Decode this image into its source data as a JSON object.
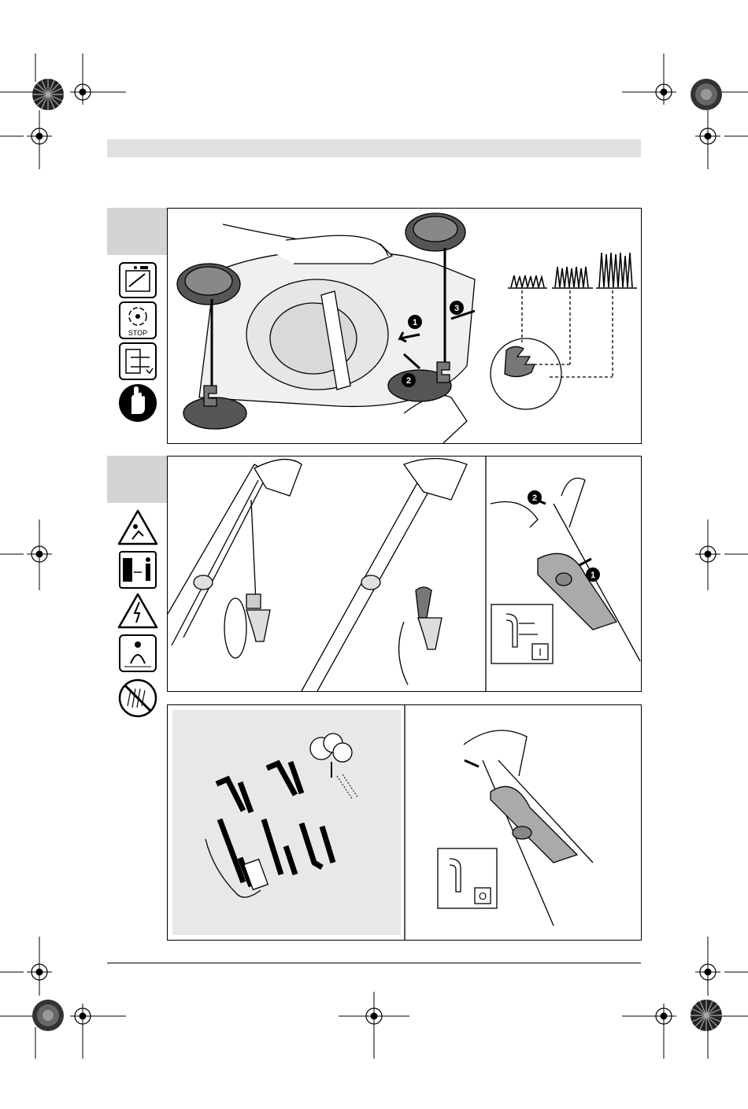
{
  "icons": {
    "stop_label": "STOP",
    "switch_off_label": "I",
    "switch_on_label": "O"
  },
  "steps": {
    "fig1": [
      "1",
      "2",
      "3"
    ],
    "fig2b": [
      "1",
      "2"
    ]
  },
  "colors": {
    "panel_border": "#000000",
    "tab_fill": "#d4d4d4",
    "header_fill": "#e0e0e0",
    "area_fill": "#e8e8e8"
  }
}
